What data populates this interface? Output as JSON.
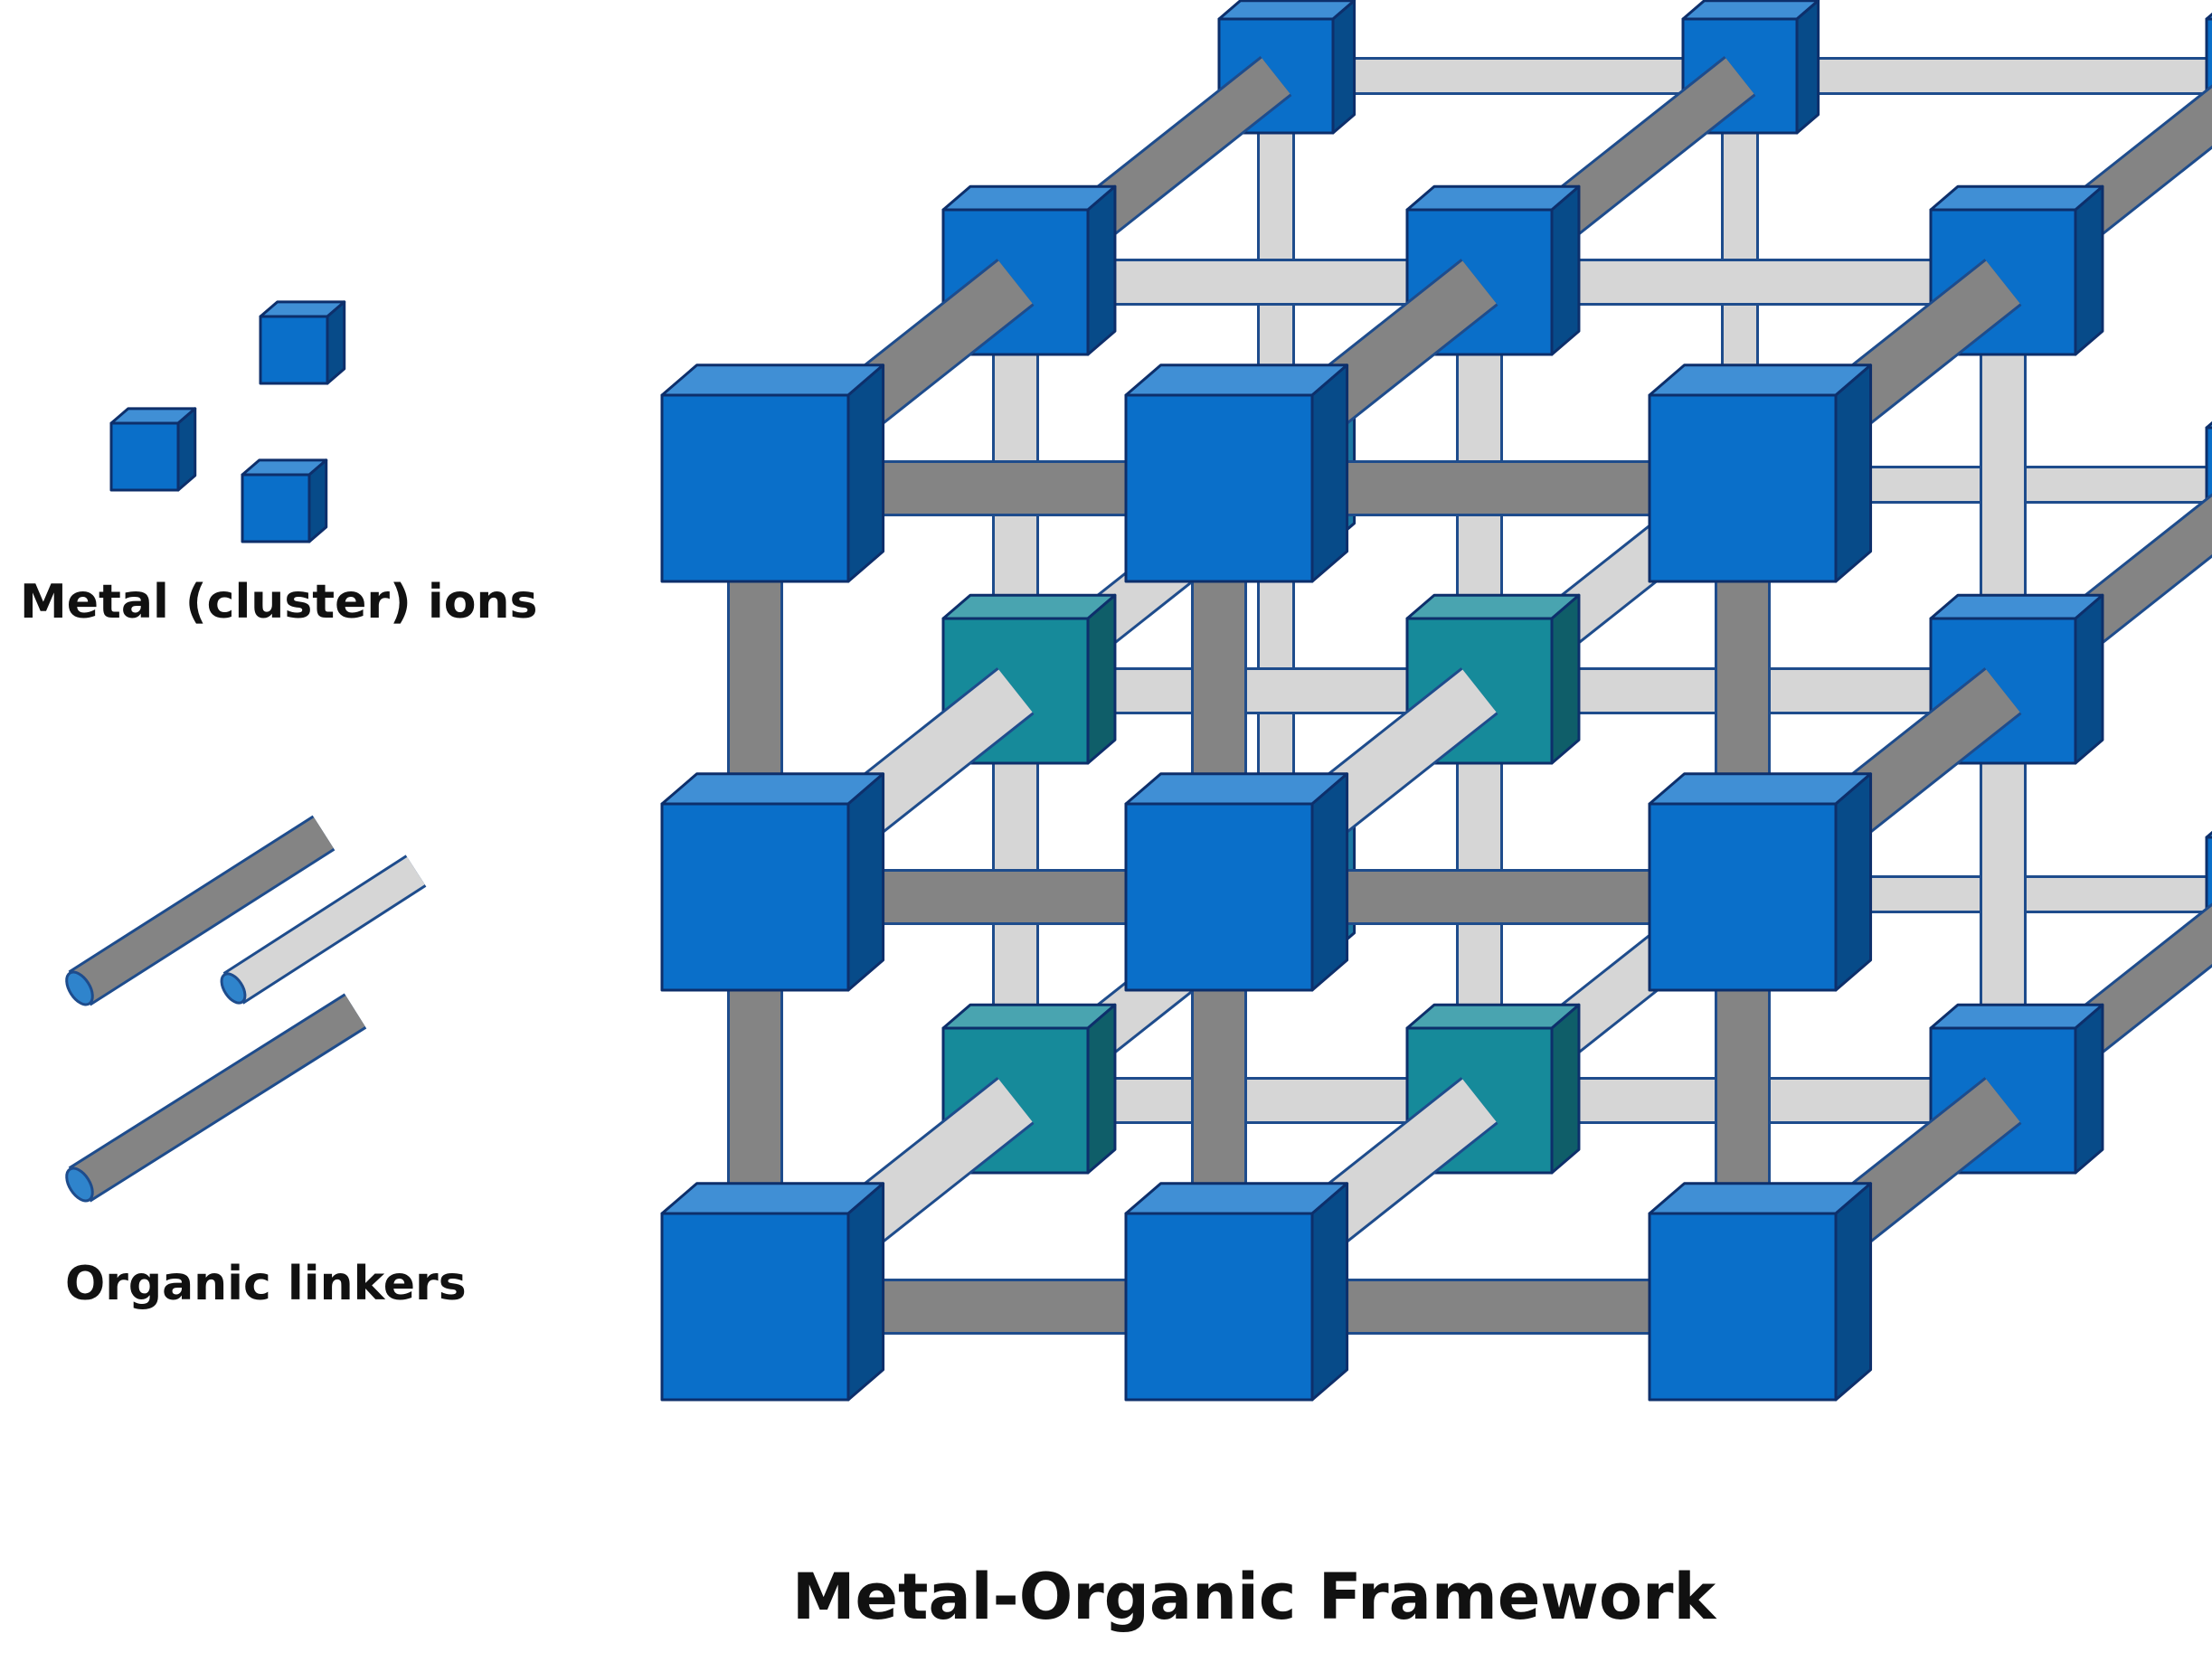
{
  "legend": {
    "metal_label": "Metal (cluster) ions",
    "linker_label": "Organic linkers"
  },
  "framework": {
    "title": "Metal-Organic Framework",
    "lattice": "3 x 3 x 3 cubic"
  },
  "icons": [
    "metal-node-cube-icon",
    "organic-linker-rod-icon"
  ],
  "colors": {
    "front_node": "#0a6fc9",
    "middle_node": "#168a9a",
    "back_node": "#29b0f0",
    "node_outline": "#0d2f6b",
    "front_rod": "#848484",
    "back_rod": "#d6d6d6",
    "rod_outline": "#1e4c8c",
    "rod_end": "#2f84cc"
  }
}
